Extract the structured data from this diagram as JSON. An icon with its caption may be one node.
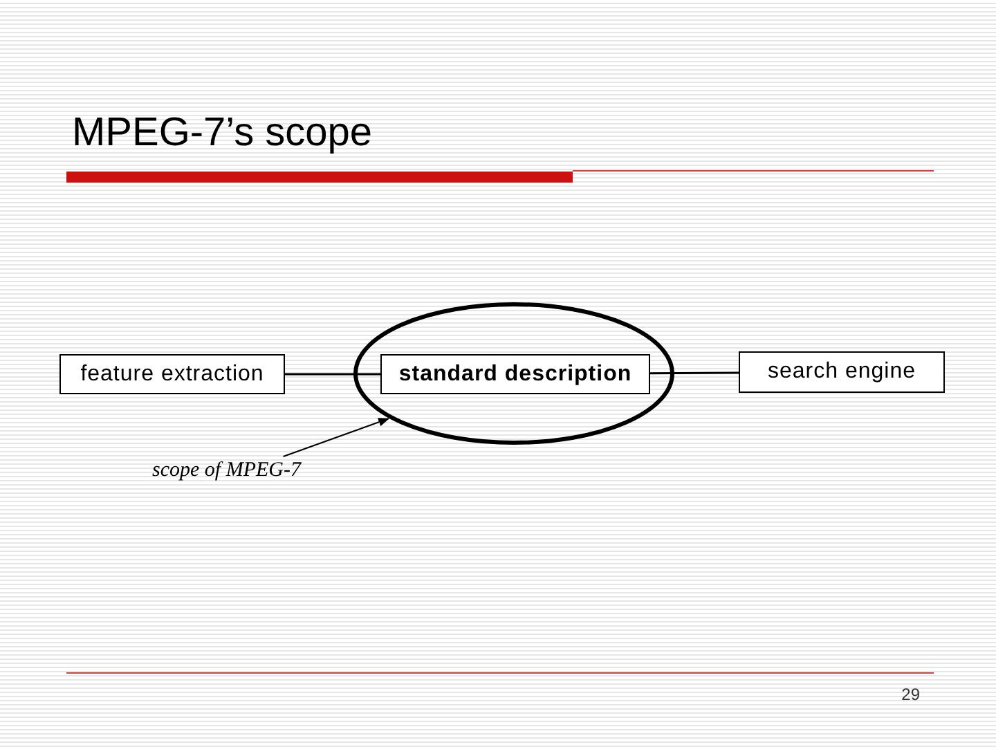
{
  "diagram": {
    "title": "MPEG-7’s scope",
    "nodes": [
      {
        "text": [
          "feature extraction"
        ]
      },
      {
        "text": [],
        "shape": "ellipse"
      },
      {
        "text": [
          "standard description"
        ],
        "in": 1
      },
      {
        "text": [
          "search engine"
        ]
      },
      {
        "text": [
          "scope of MPEG-7"
        ]
      }
    ],
    "edges": [
      {
        "from": 0,
        "to": 2,
        "arrow": "none"
      },
      {
        "from": 2,
        "to": 3,
        "arrow": "none"
      },
      {
        "from": 4,
        "to": 1,
        "arrow": "to"
      }
    ],
    "labels": [
      "29"
    ]
  }
}
